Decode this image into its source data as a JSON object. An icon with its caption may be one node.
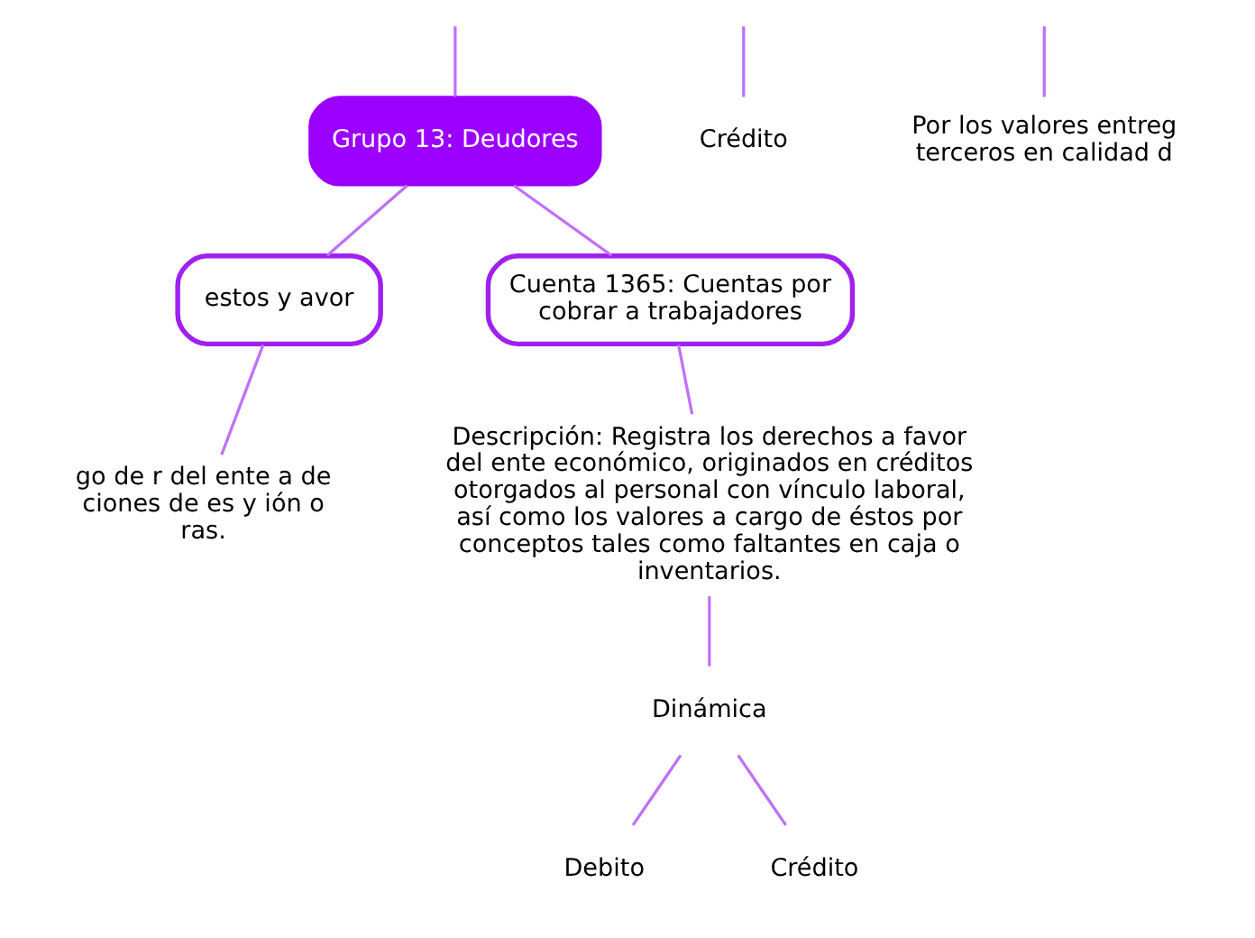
{
  "diagram": {
    "nodes": [
      {
        "text": [
          "Grupo 13: Deudores"
        ]
      },
      {
        "text": [
          "estos y avor"
        ]
      },
      {
        "text": [
          "go de r del ente a de ciones de es y ión o ras."
        ]
      },
      {
        "text": [
          "Crédito"
        ]
      },
      {
        "text": [
          "Cuenta 1365: Cuentas por cobrar a trabajadores"
        ]
      },
      {
        "text": [
          "Descripción: Registra los derechos a favor del ente económico, originados en créditos otorgados al personal con vínculo laboral, así como los valores a cargo de éstos por conceptos tales como faltantes en caja o inventarios."
        ]
      },
      {
        "text": [
          "Dinámica"
        ]
      },
      {
        "text": [
          "Debito"
        ]
      },
      {
        "text": [
          "Crédito"
        ]
      },
      {
        "text": [
          "Por los valores entreg terceros en calidad d"
        ]
      }
    ],
    "edges": [
      {
        "from": null,
        "to": 0,
        "arrow": "none"
      },
      {
        "from": 0,
        "to": 1,
        "arrow": "none"
      },
      {
        "from": 0,
        "to": 4,
        "arrow": "none"
      },
      {
        "from": 1,
        "to": 2,
        "arrow": "none"
      },
      {
        "from": null,
        "to": 3,
        "arrow": "none"
      },
      {
        "from": 4,
        "to": 5,
        "arrow": "none"
      },
      {
        "from": 5,
        "to": 6,
        "arrow": "none"
      },
      {
        "from": 6,
        "to": 7,
        "arrow": "none"
      },
      {
        "from": 6,
        "to": 8,
        "arrow": "none"
      },
      {
        "from": null,
        "to": 9,
        "arrow": "none"
      }
    ]
  }
}
